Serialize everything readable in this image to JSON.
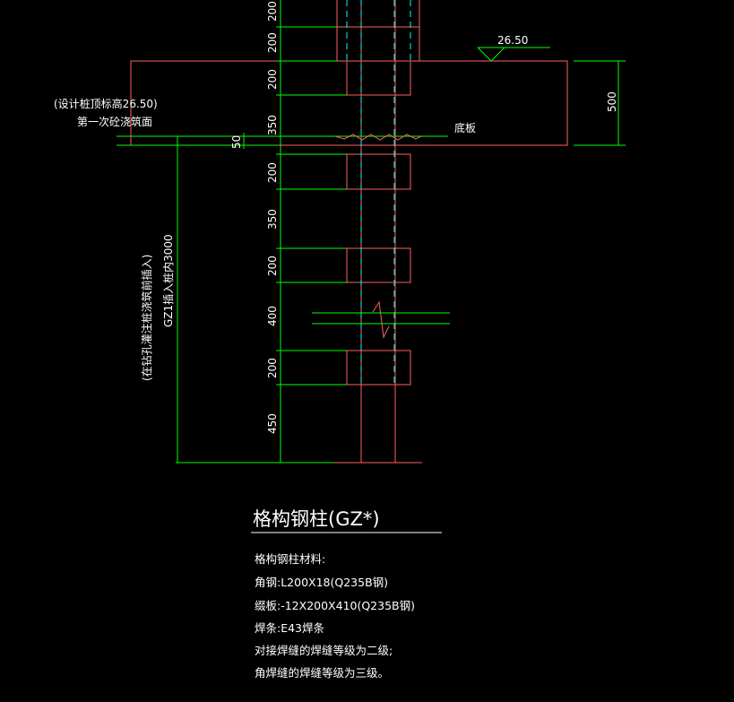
{
  "colors": {
    "background": "#000000",
    "steel": "#ff6060",
    "dimension": "#00ff00",
    "centerline": "#00ffff",
    "text": "#ffffff"
  },
  "elevation": {
    "value": "26.50"
  },
  "labels": {
    "pile_top_note": "(设计桩顶标高26.50)",
    "first_pour_note": "第一次砼浇筑面",
    "bottom_slab": "底板",
    "vertical_note_1": "(在钻孔灌注桩浇筑前插入)",
    "vertical_note_2": "GZ1插入桩内3000"
  },
  "dimensions": {
    "slab_thickness": "500",
    "gap": "50",
    "segments": [
      "200",
      "200",
      "200",
      "350",
      "200",
      "350",
      "200",
      "400",
      "200",
      "450"
    ]
  },
  "title_block": {
    "title": "格构钢柱(GZ*)",
    "materials_heading": "格构钢柱材料:",
    "lines": [
      "角钢:L200X18(Q235B钢)",
      "缀板:-12X200X410(Q235B钢)",
      "焊条:E43焊条",
      "对接焊缝的焊缝等级为二级;",
      "角焊缝的焊缝等级为三级。"
    ]
  }
}
